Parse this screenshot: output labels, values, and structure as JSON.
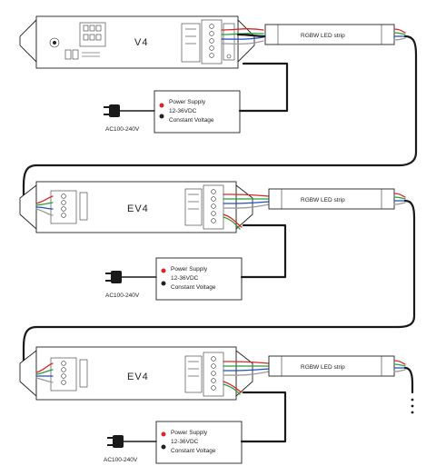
{
  "controllers": [
    {
      "label": "V4"
    },
    {
      "label": "EV4"
    },
    {
      "label": "EV4"
    }
  ],
  "power_supplies": [
    {
      "line1": "Power Supply",
      "line2": "12-36VDC",
      "line3": "Constant Voltage",
      "ac_label": "AC100-240V"
    },
    {
      "line1": "Power Supply",
      "line2": "12-36VDC",
      "line3": "Constant Voltage",
      "ac_label": "AC100-240V"
    },
    {
      "line1": "Power Supply",
      "line2": "12-36VDC",
      "line3": "Constant Voltage",
      "ac_label": "AC100-240V"
    }
  ],
  "led_strips": [
    {
      "label": "RGBW LED strip"
    },
    {
      "label": "RGBW LED strip"
    },
    {
      "label": "RGBW LED strip"
    }
  ],
  "colors": {
    "wire_red": "#d62828",
    "wire_green": "#2a9d3a",
    "wire_blue": "#1f4fbf",
    "wire_white": "#9a9a9a",
    "cable": "#1a1a1a"
  }
}
